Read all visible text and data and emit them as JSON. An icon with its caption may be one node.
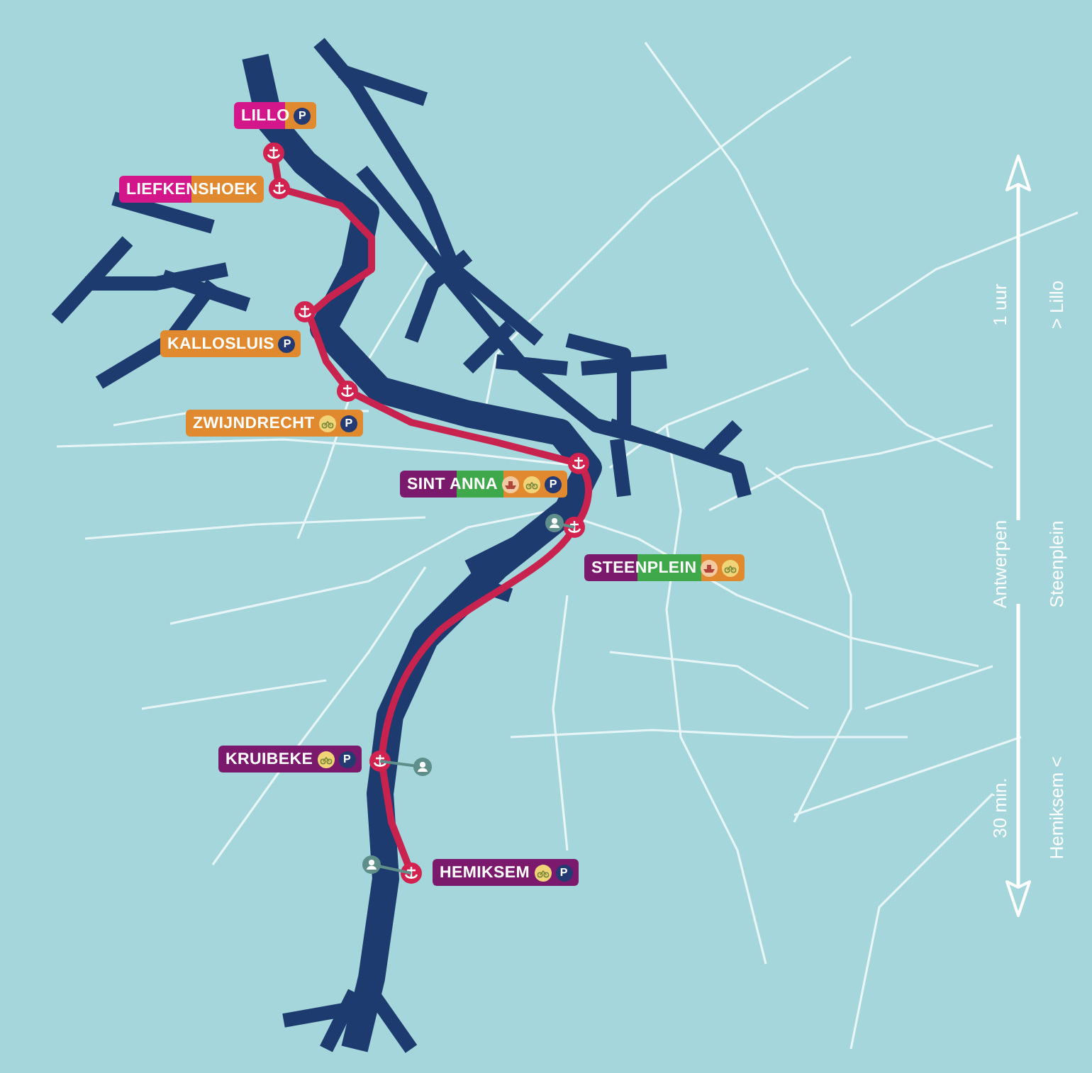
{
  "diagram": {
    "nodes": [
      {
        "text": [
          "LILLO",
          "P"
        ]
      },
      {
        "text": [
          "LIEFKENSHOEK"
        ]
      },
      {
        "text": [
          "KALLOSLUIS",
          "P"
        ]
      },
      {
        "text": [
          "ZWIJNDRECHT",
          "P"
        ]
      },
      {
        "text": [
          "SINT ANNA",
          "P"
        ]
      },
      {
        "text": [
          "STEENPLEIN"
        ]
      },
      {
        "text": [
          "KRUIBEKE",
          "P"
        ]
      },
      {
        "text": [
          "HEMIKSEM",
          "P"
        ]
      }
    ],
    "labels": [
      "1 uur",
      "> Lillo",
      "Antwerpen",
      "Steenplein",
      "30 min.",
      "Hemiksem <"
    ]
  }
}
